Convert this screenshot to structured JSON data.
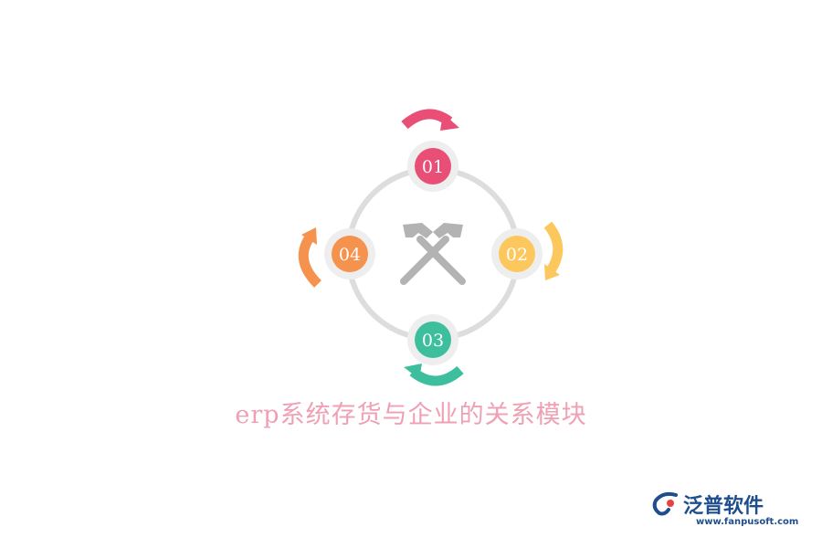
{
  "diagram": {
    "title": "erp系统存货与企业的关系模块",
    "center_icon": "crossed-hammers-icon",
    "nodes": [
      {
        "label": "01",
        "color": "#e94e77",
        "position": "top"
      },
      {
        "label": "02",
        "color": "#fcc85d",
        "position": "right"
      },
      {
        "label": "03",
        "color": "#3dbf9d",
        "position": "bottom"
      },
      {
        "label": "04",
        "color": "#f5924e",
        "position": "left"
      }
    ],
    "ring_color": "#dddddd",
    "icon_color": "#b3b3b3",
    "title_color": "#f0a0b4"
  },
  "brand": {
    "name": "泛普软件",
    "url": "www.fanpusoft.com",
    "logo_icon": "fanpu-logo-icon",
    "color": "#1f4e8c"
  }
}
